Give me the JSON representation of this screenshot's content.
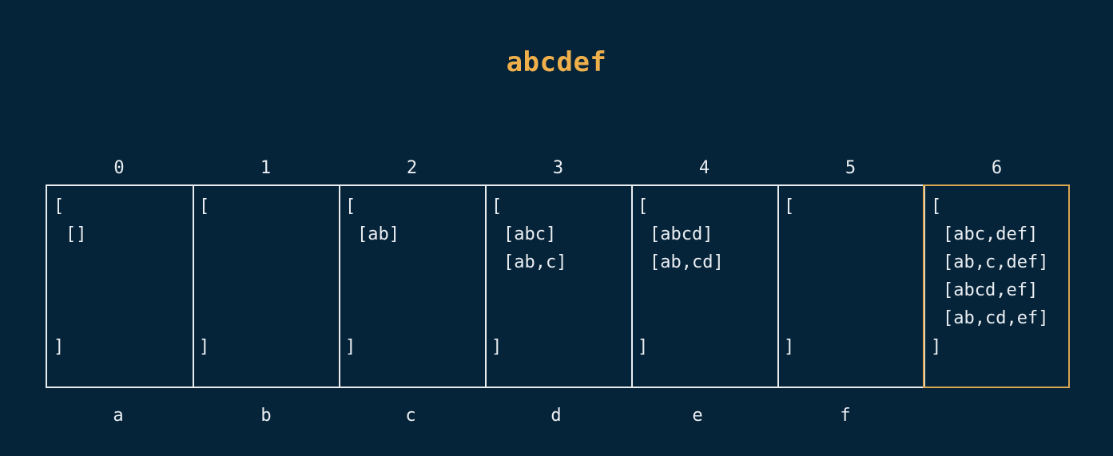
{
  "title": "abcdef",
  "cells": [
    {
      "index": "0",
      "letter": "a",
      "open": "[",
      "close": "]",
      "entries": [
        "[]"
      ],
      "highlight": false
    },
    {
      "index": "1",
      "letter": "b",
      "open": "[",
      "close": "]",
      "entries": [],
      "highlight": false
    },
    {
      "index": "2",
      "letter": "c",
      "open": "[",
      "close": "]",
      "entries": [
        "[ab]"
      ],
      "highlight": false
    },
    {
      "index": "3",
      "letter": "d",
      "open": "[",
      "close": "]",
      "entries": [
        "[abc]",
        "[ab,c]"
      ],
      "highlight": false
    },
    {
      "index": "4",
      "letter": "e",
      "open": "[",
      "close": "]",
      "entries": [
        "[abcd]",
        "[ab,cd]"
      ],
      "highlight": false
    },
    {
      "index": "5",
      "letter": "f",
      "open": "[",
      "close": "]",
      "entries": [],
      "highlight": false
    },
    {
      "index": "6",
      "letter": "",
      "open": "[",
      "close": "]",
      "entries": [
        "[abc,def]",
        "[ab,c,def]",
        "[abcd,ef]",
        "[ab,cd,ef]"
      ],
      "highlight": true
    }
  ],
  "colors": {
    "background": "#062439",
    "title": "#efb04c",
    "cell_border": "#e9edf0",
    "highlight_border": "#d7a650",
    "text": "#eaeef2"
  }
}
